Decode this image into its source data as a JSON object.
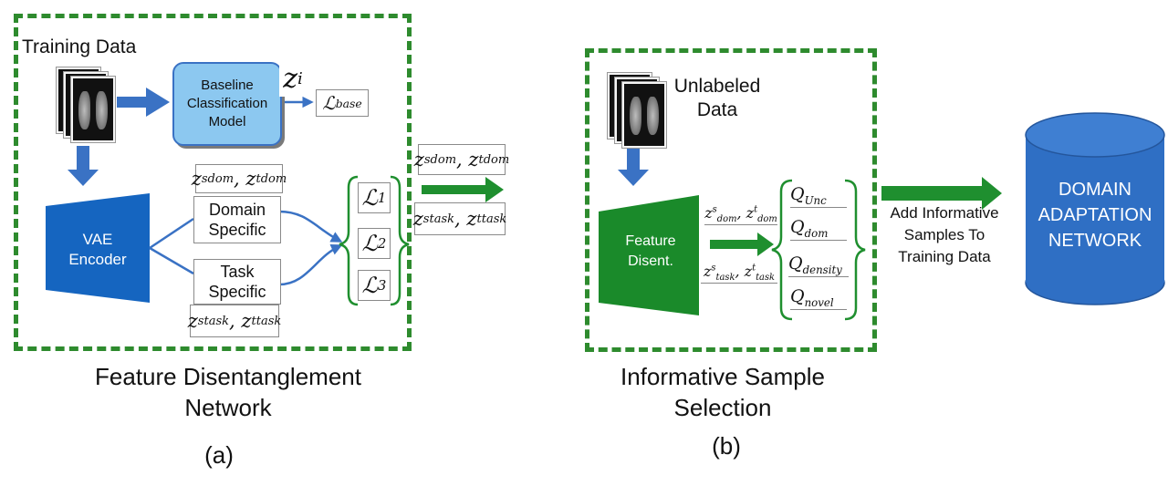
{
  "panel_a": {
    "training_data": "Training Data",
    "baseline_model": "Baseline Classification Model",
    "z_i": "z",
    "z_i_sup": "i",
    "loss_base": "ℒ",
    "loss_base_sub": "base",
    "vae_encoder": "VAE Encoder",
    "domain_specific": "Domain Specific",
    "task_specific": "Task Specific",
    "z_dom_label": {
      "z": "z",
      "s": "s",
      "t": "t",
      "sub": "dom"
    },
    "z_task_label": {
      "z": "z",
      "s": "s",
      "t": "t",
      "sub": "task"
    },
    "losses": [
      {
        "sym": "ℒ",
        "sub": "1"
      },
      {
        "sym": "ℒ",
        "sub": "2"
      },
      {
        "sym": "ℒ",
        "sub": "3"
      }
    ],
    "caption_line1": "Feature Disentanglement",
    "caption_line2": "Network",
    "panel_letter": "(a)"
  },
  "middle": {
    "z_dom_label": {
      "z": "z",
      "s": "s",
      "t": "t",
      "sub": "dom"
    },
    "z_task_label": {
      "z": "z",
      "s": "s",
      "t": "t",
      "sub": "task"
    }
  },
  "panel_b": {
    "unlabeled_data": "Unlabeled Data",
    "feature_disent": "Feature Disent.",
    "z_dom_label": {
      "z": "z",
      "s": "s",
      "t": "t",
      "sub": "dom"
    },
    "z_task_label": {
      "z": "z",
      "s": "s",
      "t": "t",
      "sub": "task"
    },
    "queries": [
      {
        "sym": "Q",
        "sub": "Unc"
      },
      {
        "sym": "Q",
        "sub": "dom"
      },
      {
        "sym": "Q",
        "sub": "density"
      },
      {
        "sym": "Q",
        "sub": "novel"
      }
    ],
    "caption_line1": "Informative Sample",
    "caption_line2": "Selection",
    "panel_letter": "(b)"
  },
  "right": {
    "add_samples": "Add Informative Samples To Training Data",
    "network": "DOMAIN ADAPTATION NETWORK"
  },
  "colors": {
    "dash_green": "#2e8b2e",
    "arrow_blue": "#3a72c4",
    "arrow_green": "#1f8f2f",
    "encoder_blue": "#1565c0",
    "model_fill": "#8cc8f0",
    "disent_green": "#1a8a2a",
    "cylinder_blue": "#2f6fc4"
  }
}
